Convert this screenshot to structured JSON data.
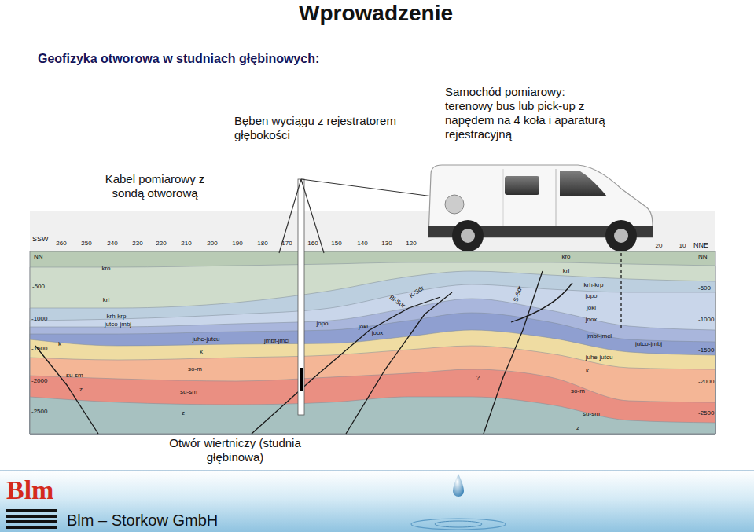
{
  "diagram": {
    "title": "Wprowadzenie",
    "labels": [
      "Geofizyka otworowa w studniach głębinowych:",
      "Bęben wyciągu z rejestratorem głębokości",
      "Samochód pomiarowy: terenowy bus lub pick-up z napędem na 4 koła i aparaturą rejestracyjną",
      "Kabel pomiarowy z sondą otworową",
      "SSW",
      "NNE",
      "NN",
      "NN",
      "-500",
      "-500",
      "-1000",
      "-1000",
      "-1500",
      "-1500",
      "-2000",
      "-2000",
      "-2500",
      "-2500",
      "260",
      "250",
      "240",
      "230",
      "220",
      "210",
      "200",
      "190",
      "180",
      "170",
      "160",
      "150",
      "140",
      "130",
      "120",
      "20",
      "10",
      "kro",
      "krl",
      "krh-krp",
      "jutco-jmbj",
      "k",
      "su-sm",
      "z",
      "juhe-jutcu",
      "k",
      "so-m",
      "su-sm",
      "z",
      "jmbf-jmcl",
      "jopo",
      "joki",
      "joox",
      "K-Sdr",
      "Bl-Sdr",
      "S-Sdr",
      "?",
      "kro",
      "krl",
      "krh-krp",
      "jopo",
      "joki",
      "joox",
      "jmbf-jmcl",
      "jutco-jmbj",
      "juhe-jutcu",
      "k",
      "so-m",
      "su-sm",
      "z",
      "Otwór wiertniczy (studnia głębinowa)",
      "Blm",
      "Blm – Storkow GmbH"
    ]
  }
}
